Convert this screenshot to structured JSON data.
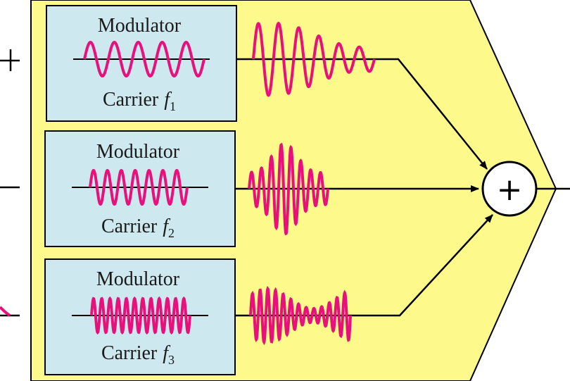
{
  "colors": {
    "panel": "#fdf98a",
    "box": "#cde8ef",
    "wave": "#e8107a",
    "line": "#000000"
  },
  "modulators": [
    {
      "title": "Modulator",
      "carrier": "Carrier",
      "symbol": "f",
      "index": "1"
    },
    {
      "title": "Modulator",
      "carrier": "Carrier",
      "symbol": "f",
      "index": "2"
    },
    {
      "title": "Modulator",
      "carrier": "Carrier",
      "symbol": "f",
      "index": "3"
    }
  ],
  "summer": {
    "symbol": "+"
  }
}
